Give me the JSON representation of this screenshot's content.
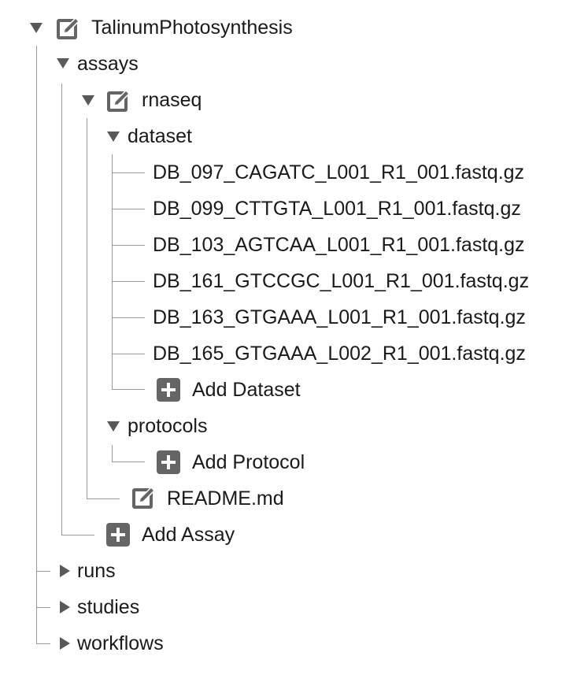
{
  "tree": {
    "root": {
      "label": "TalinumPhotosynthesis",
      "icon": "edit-icon",
      "expanded": true
    },
    "assays": {
      "label": "assays",
      "expanded": true
    },
    "rnaseq": {
      "label": "rnaseq",
      "icon": "edit-icon",
      "expanded": true
    },
    "dataset": {
      "label": "dataset",
      "expanded": true
    },
    "files": [
      {
        "label": "DB_097_CAGATC_L001_R1_001.fastq.gz"
      },
      {
        "label": "DB_099_CTTGTA_L001_R1_001.fastq.gz"
      },
      {
        "label": "DB_103_AGTCAA_L001_R1_001.fastq.gz"
      },
      {
        "label": "DB_161_GTCCGC_L001_R1_001.fastq.gz"
      },
      {
        "label": "DB_163_GTGAAA_L001_R1_001.fastq.gz"
      },
      {
        "label": "DB_165_GTGAAA_L002_R1_001.fastq.gz"
      }
    ],
    "add_dataset": {
      "label": "Add Dataset",
      "icon": "plus-icon"
    },
    "protocols": {
      "label": "protocols",
      "expanded": true
    },
    "add_protocol": {
      "label": "Add Protocol",
      "icon": "plus-icon"
    },
    "readme": {
      "label": "README.md",
      "icon": "edit-icon"
    },
    "add_assay": {
      "label": "Add Assay",
      "icon": "plus-icon"
    },
    "runs": {
      "label": "runs",
      "expanded": false
    },
    "studies": {
      "label": "studies",
      "expanded": false
    },
    "workflows": {
      "label": "workflows",
      "expanded": false
    }
  },
  "colors": {
    "text": "#1a1a1a",
    "icon": "#656565",
    "guide_line": "#9a9a9a"
  }
}
